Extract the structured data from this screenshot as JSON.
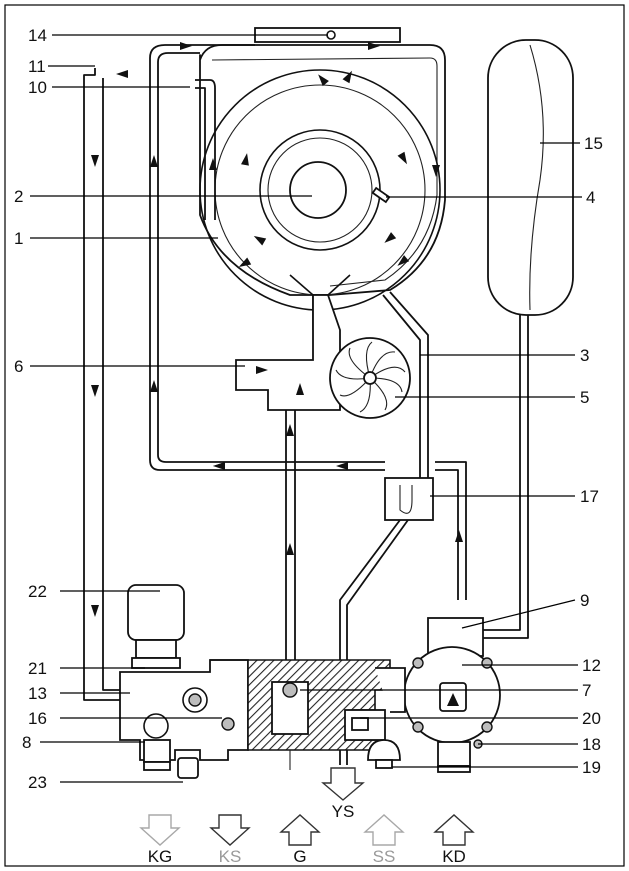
{
  "callouts": {
    "n1": "1",
    "n2": "2",
    "n3": "3",
    "n4": "4",
    "n5": "5",
    "n6": "6",
    "n7": "7",
    "n8": "8",
    "n9": "9",
    "n10": "10",
    "n11": "11",
    "n12": "12",
    "n13": "13",
    "n14": "14",
    "n15": "15",
    "n16": "16",
    "n17": "17",
    "n18": "18",
    "n19": "19",
    "n20": "20",
    "n21": "21",
    "n22": "22",
    "n23": "23"
  },
  "connections": {
    "ys": "YS",
    "kg": "KG",
    "ks": "KS",
    "g": "G",
    "ss": "SS",
    "kd": "KD"
  }
}
